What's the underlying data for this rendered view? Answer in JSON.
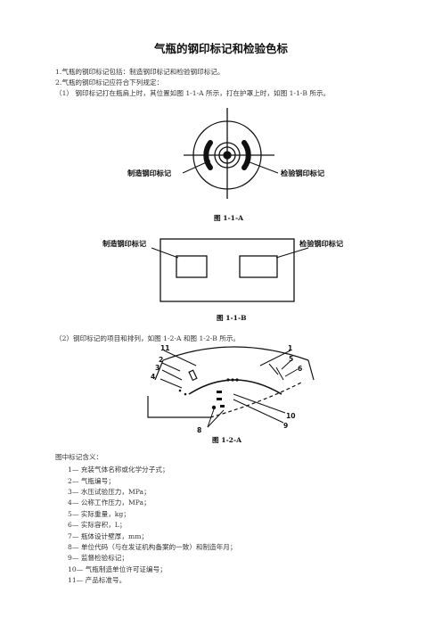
{
  "title": "气瓶的钢印标记和检验色标",
  "intro": [
    "1.气瓶的钢印标记包括：制造钢印标记和检验钢印标记。",
    "2.气瓶的钢印标记应符合下列规定：",
    "（1）  钢印标记打在瓶肩上时，其位置如图 1-1-A 所示，打在护罩上时，如图 1-1-B 所示。"
  ],
  "fig_a": {
    "left_label": "制造钢印标记",
    "right_label": "检验钢印标记",
    "caption": "图 1-1-A"
  },
  "fig_b": {
    "left_label": "制造钢印标记",
    "right_label": "检验钢印标记",
    "caption": "图 1-1-B"
  },
  "para2": "（2）钢印标记的项目和排列，如图 1-2-A 和图 1-2-B 所示。",
  "fig_c": {
    "numbers": [
      "11",
      "2",
      "3",
      "4",
      "1",
      "5",
      "6",
      "10",
      "9",
      "8"
    ],
    "caption": "图 1-2-A"
  },
  "legend_title": "图中标记含义：",
  "legend": [
    "1— 充装气体名称或化学分子式；",
    "2— 气瓶编号；",
    "3— 水压试验压力，MPa；",
    "4— 公称工作压力，MPa；",
    "5— 实际重量，kg；",
    "6— 实际容积，L；",
    "7— 瓶体设计壁厚，mm；",
    "8— 单位代码（与在发证机构备案的一致）和制造年月；",
    "9— 监督检验标记；",
    "10— 气瓶制造单位许可证编号；",
    "11— 产品标准号。"
  ]
}
